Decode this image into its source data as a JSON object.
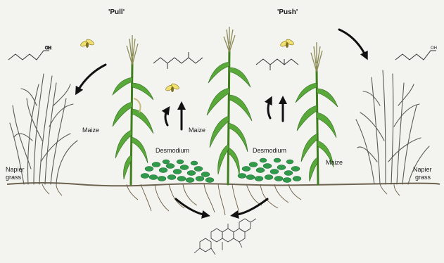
{
  "labels": {
    "pull": "'Pull'",
    "push": "'Push'",
    "maize": "Maize",
    "desmodium": "Desmodium",
    "napier_line1": "Napier",
    "napier_line2": "grass"
  },
  "colors": {
    "maize_green": "#58a83a",
    "desmodium_green": "#2f9a4a",
    "soil": "#8a7a60",
    "arrow": "#111111",
    "background": "#f3f3f0"
  },
  "icons": [
    "moth-icon",
    "chemical-structure-icon",
    "flavonoid-structure-icon"
  ]
}
